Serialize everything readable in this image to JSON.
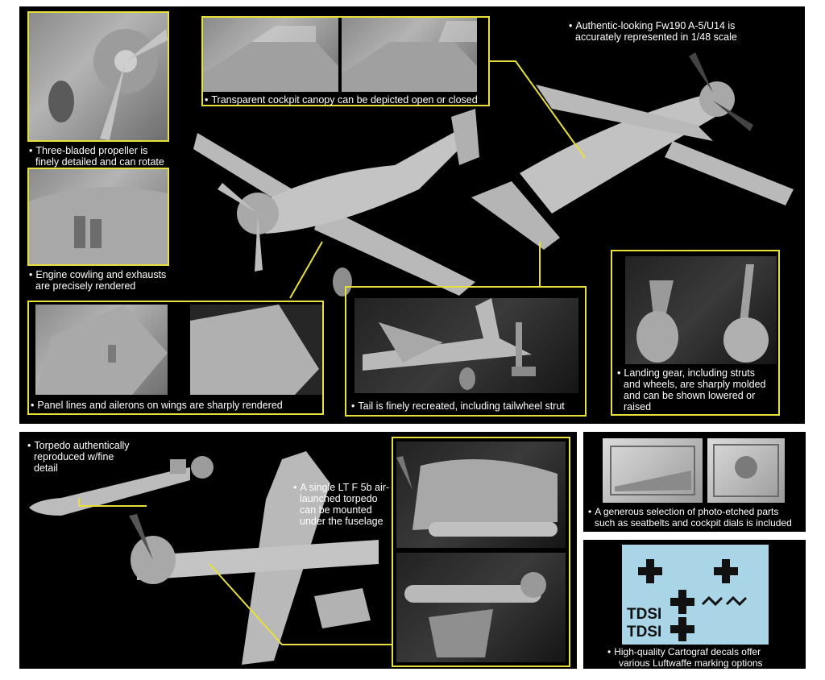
{
  "captions": {
    "propeller": [
      "Three-bladed propeller is",
      "finely detailed and can rotate"
    ],
    "canopy": "Transparent cockpit canopy can be depicted open or closed",
    "authentic": [
      "Authentic-looking Fw190 A-5/U14 is",
      "accurately represented in 1/48 scale"
    ],
    "cowling": [
      "Engine cowling and exhausts",
      "are precisely rendered"
    ],
    "panel_lines": "Panel lines and ailerons on wings are sharply rendered",
    "tail": "Tail is finely recreated, including tailwheel strut",
    "landing_gear": [
      "Landing gear, including struts",
      "and wheels, are sharply molded",
      "and can be shown lowered or",
      "raised"
    ],
    "torpedo": [
      "Torpedo authentically",
      "reproduced w/fine",
      "detail"
    ],
    "single_torpedo": [
      "A single LT F 5b air-",
      "launched torpedo",
      "can be mounted",
      "under the fuselage"
    ],
    "photo_etched": [
      "A generous selection of photo-etched parts",
      "such as seatbelts and cockpit dials is included"
    ],
    "decals": [
      "High-quality Cartograf decals offer",
      "various Luftwaffe marking options"
    ]
  },
  "decal_sheet": {
    "codes": [
      "TDSI",
      "TDSI"
    ]
  },
  "bullet": "•",
  "colors": {
    "frame": "#e8e03a",
    "panel": "#000000",
    "model_grey": "#b9b9b9",
    "decal_bg": "#a9d5e6"
  }
}
